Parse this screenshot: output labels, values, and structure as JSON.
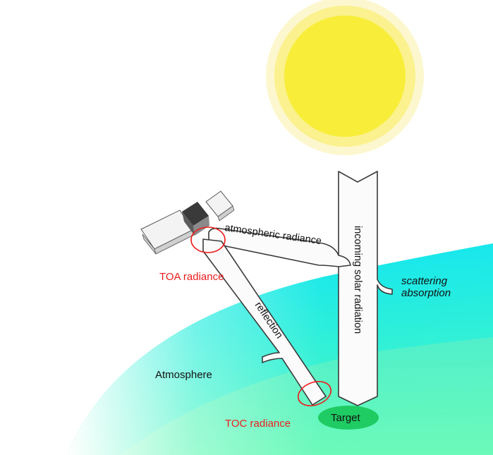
{
  "labels": {
    "incoming": "incoming solar radiation",
    "atmospheric": "atmospheric radiance",
    "reflection": "reflection",
    "toa": "TOA radiance",
    "toc": "TOC radiance",
    "atmosphere": "Atmosphere",
    "target": "Target",
    "scattering": "scattering",
    "absorption": "absorption"
  },
  "colors": {
    "sun_glow": "#fdf6c8",
    "sun_halo": "#fbf08a",
    "sun_core": "#f7ee3c",
    "atmosphere_outer": "#12e6f2",
    "atmosphere_inner": "#5ef6bd",
    "beam_fill": "#fbfbfb",
    "beam_stroke": "#3a3a3a",
    "marker": "#ee1c1c",
    "target": "#1fcc63"
  },
  "icons": {
    "satellite": "satellite-icon",
    "sun": "sun-icon"
  }
}
